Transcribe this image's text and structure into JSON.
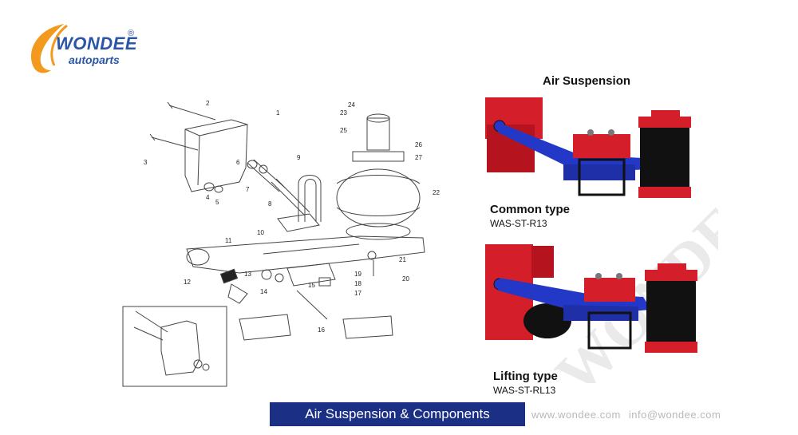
{
  "brand": {
    "logo_text": "WONDEE",
    "logo_sub": "autoparts",
    "registered": "®",
    "colors": {
      "blue": "#2b56a6",
      "orange": "#f39a1e"
    }
  },
  "diagram": {
    "part_numbers": [
      "1",
      "2",
      "3",
      "4",
      "5",
      "6",
      "7",
      "8",
      "9",
      "10",
      "11",
      "12",
      "13",
      "14",
      "15",
      "16",
      "17",
      "18",
      "19",
      "20",
      "21",
      "22",
      "23",
      "24",
      "25",
      "26",
      "27"
    ]
  },
  "products": {
    "title": "Air Suspension",
    "items": [
      {
        "type": "Common type",
        "model": "WAS-ST-R13"
      },
      {
        "type": "Lifting type",
        "model": "WAS-ST-RL13"
      }
    ],
    "colors": {
      "frame": "#d41e2a",
      "arm": "#2438c8",
      "bag": "#111111"
    }
  },
  "watermark_text": "WONDEE",
  "caption": "Air Suspension & Components",
  "footer": {
    "website": "www.wondee.com",
    "email": "info@wondee.com"
  }
}
